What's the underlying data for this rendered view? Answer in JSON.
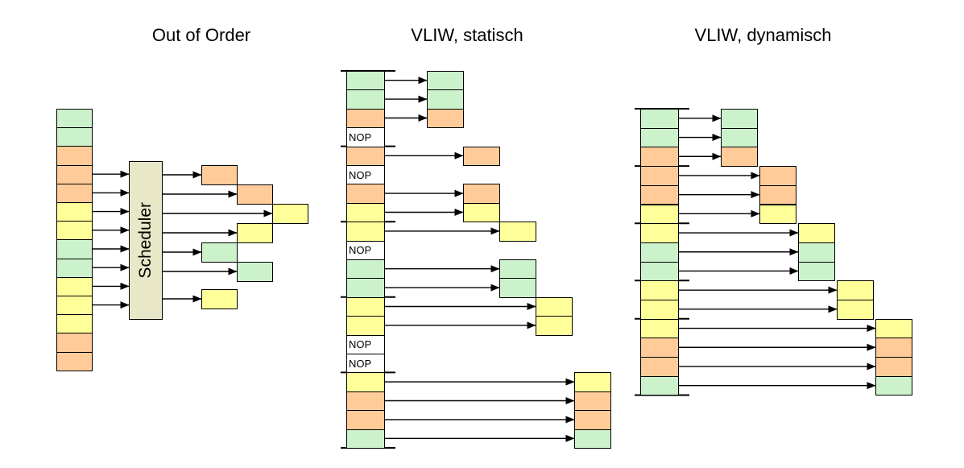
{
  "titles": {
    "out_of_order": "Out of Order",
    "vliw_static": "VLIW, statisch",
    "vliw_dynamic": "VLIW, dynamisch"
  },
  "labels": {
    "scheduler": "Scheduler",
    "nop": "NOP"
  },
  "colors": {
    "green": "#ccf2cc",
    "orange": "#ffcc99",
    "yellow": "#ffff99",
    "scheduler_fill": "#e8e8c8",
    "border": "#000000",
    "arrow": "#000000",
    "background": "#ffffff"
  },
  "out_of_order": {
    "input_cells": [
      "green",
      "green",
      "orange",
      "orange",
      "orange",
      "yellow",
      "yellow",
      "green",
      "green",
      "yellow",
      "yellow",
      "yellow",
      "orange",
      "orange"
    ],
    "scheduler_input_arrows": 8,
    "output_cells": [
      {
        "row": 0,
        "col": 0,
        "color": "orange"
      },
      {
        "row": 1,
        "col": 1,
        "color": "orange"
      },
      {
        "row": 2,
        "col": 2,
        "color": "yellow"
      },
      {
        "row": 3,
        "col": 1,
        "color": "yellow"
      },
      {
        "row": 4,
        "col": 0,
        "color": "green"
      },
      {
        "row": 5,
        "col": 1,
        "color": "green"
      },
      {
        "row": 6,
        "col": 0,
        "color": "yellow"
      }
    ]
  },
  "vliw_static": {
    "bundle_size": 4,
    "rows": [
      {
        "kind": "instr",
        "color": "green",
        "bundle": 0
      },
      {
        "kind": "instr",
        "color": "green",
        "bundle": 0
      },
      {
        "kind": "instr",
        "color": "orange",
        "bundle": 0
      },
      {
        "kind": "nop"
      },
      {
        "kind": "instr",
        "color": "orange",
        "bundle": 1
      },
      {
        "kind": "nop"
      },
      {
        "kind": "instr",
        "color": "orange",
        "bundle": 1
      },
      {
        "kind": "instr",
        "color": "yellow",
        "bundle": 1
      },
      {
        "kind": "instr",
        "color": "yellow",
        "bundle": 2
      },
      {
        "kind": "nop"
      },
      {
        "kind": "instr",
        "color": "green",
        "bundle": 2
      },
      {
        "kind": "instr",
        "color": "green",
        "bundle": 2
      },
      {
        "kind": "instr",
        "color": "yellow",
        "bundle": 3
      },
      {
        "kind": "instr",
        "color": "yellow",
        "bundle": 3
      },
      {
        "kind": "nop"
      },
      {
        "kind": "nop"
      },
      {
        "kind": "instr",
        "color": "yellow",
        "bundle": 4
      },
      {
        "kind": "instr",
        "color": "orange",
        "bundle": 4
      },
      {
        "kind": "instr",
        "color": "orange",
        "bundle": 4
      },
      {
        "kind": "instr",
        "color": "green",
        "bundle": 4
      }
    ]
  },
  "vliw_dynamic": {
    "rows": [
      {
        "color": "green",
        "bundle": 0
      },
      {
        "color": "green",
        "bundle": 0
      },
      {
        "color": "orange",
        "bundle": 0
      },
      {
        "color": "orange",
        "bundle": 1
      },
      {
        "color": "orange",
        "bundle": 1
      },
      {
        "color": "yellow",
        "bundle": 1
      },
      {
        "color": "yellow",
        "bundle": 2
      },
      {
        "color": "green",
        "bundle": 2
      },
      {
        "color": "green",
        "bundle": 2
      },
      {
        "color": "yellow",
        "bundle": 3
      },
      {
        "color": "yellow",
        "bundle": 3
      },
      {
        "color": "yellow",
        "bundle": 4
      },
      {
        "color": "orange",
        "bundle": 4
      },
      {
        "color": "orange",
        "bundle": 4
      },
      {
        "color": "green",
        "bundle": 4
      }
    ]
  }
}
